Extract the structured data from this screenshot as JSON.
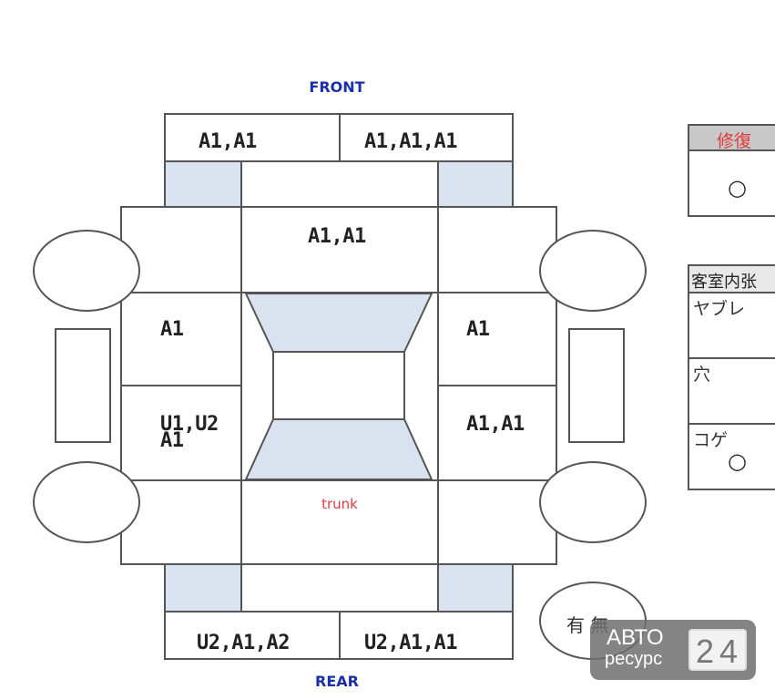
{
  "diagram": {
    "front_label": "FRONT",
    "rear_label": "REAR",
    "trunk_label": "trunk",
    "panels": {
      "front_bumper_left": "A1,A1",
      "front_bumper_right": "A1,A1,A1",
      "hood": "A1,A1",
      "left_front_door": "A1",
      "left_rear_door_line1": "U1,U2",
      "left_rear_door_line2": "A1",
      "right_front_door": "A1",
      "right_rear_door": "A1,A1",
      "rear_bumper_left": "U2,A1,A2",
      "rear_bumper_right": "U2,A1,A1"
    },
    "presence_label": "有 無",
    "colors": {
      "front_rear": "#1a2fa8",
      "trunk": "#e03a3a",
      "glass": "#d9e3f0"
    }
  },
  "repair_panel": {
    "header": "修復",
    "value": "○"
  },
  "interior_panel": {
    "header": "客室内张",
    "rows": [
      {
        "label": "ヤブレ",
        "value": ""
      },
      {
        "label": "穴",
        "value": ""
      },
      {
        "label": "コゲ",
        "value": "○"
      }
    ]
  },
  "watermark": {
    "line1": "АВТО",
    "line2": "ресурс",
    "digits": "24"
  }
}
